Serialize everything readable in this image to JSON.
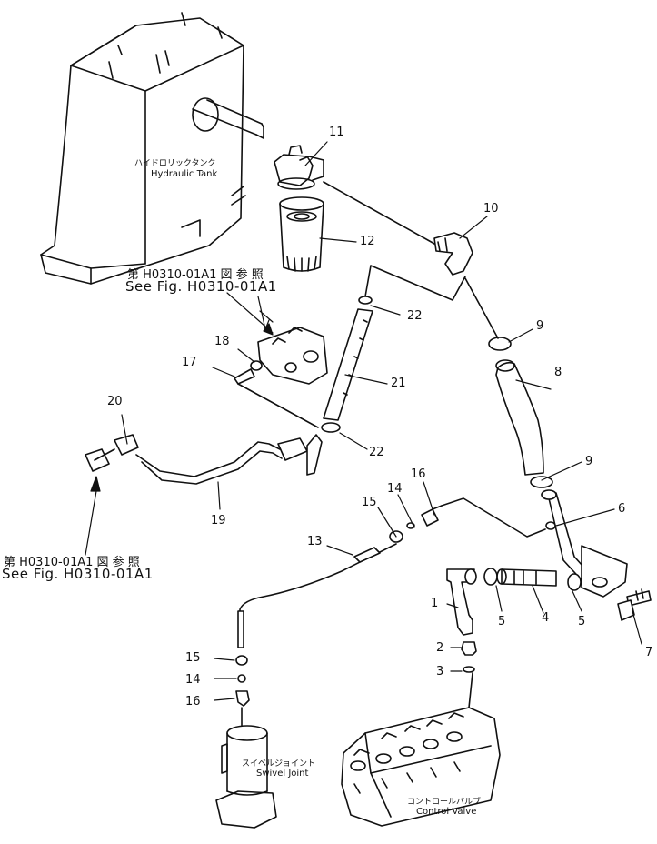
{
  "components": {
    "hydraulic_tank": {
      "ja": "ハイドロリックタンク",
      "en": "Hydraulic Tank"
    },
    "swivel_joint": {
      "ja": "スイベルジョイント",
      "en": "Swivel Joint"
    },
    "control_valve": {
      "ja": "コントロールバルブ",
      "en": "Control Valve"
    }
  },
  "references": [
    {
      "ja": "第 H0310-01A1 図 参 照",
      "en": "See Fig. H0310-01A1"
    },
    {
      "ja": "第 H0310-01A1 図 参 照",
      "en": "See Fig. H0310-01A1"
    }
  ],
  "part_numbers": {
    "p1": "1",
    "p2": "2",
    "p3": "3",
    "p4": "4",
    "p5a": "5",
    "p5b": "5",
    "p6": "6",
    "p7": "7",
    "p8": "8",
    "p9a": "9",
    "p9b": "9",
    "p10": "10",
    "p11": "11",
    "p12": "12",
    "p13": "13",
    "p14a": "14",
    "p14b": "14",
    "p15a": "15",
    "p15b": "15",
    "p16a": "16",
    "p16b": "16",
    "p17": "17",
    "p18": "18",
    "p19": "19",
    "p20": "20",
    "p21": "21",
    "p22a": "22",
    "p22b": "22"
  }
}
